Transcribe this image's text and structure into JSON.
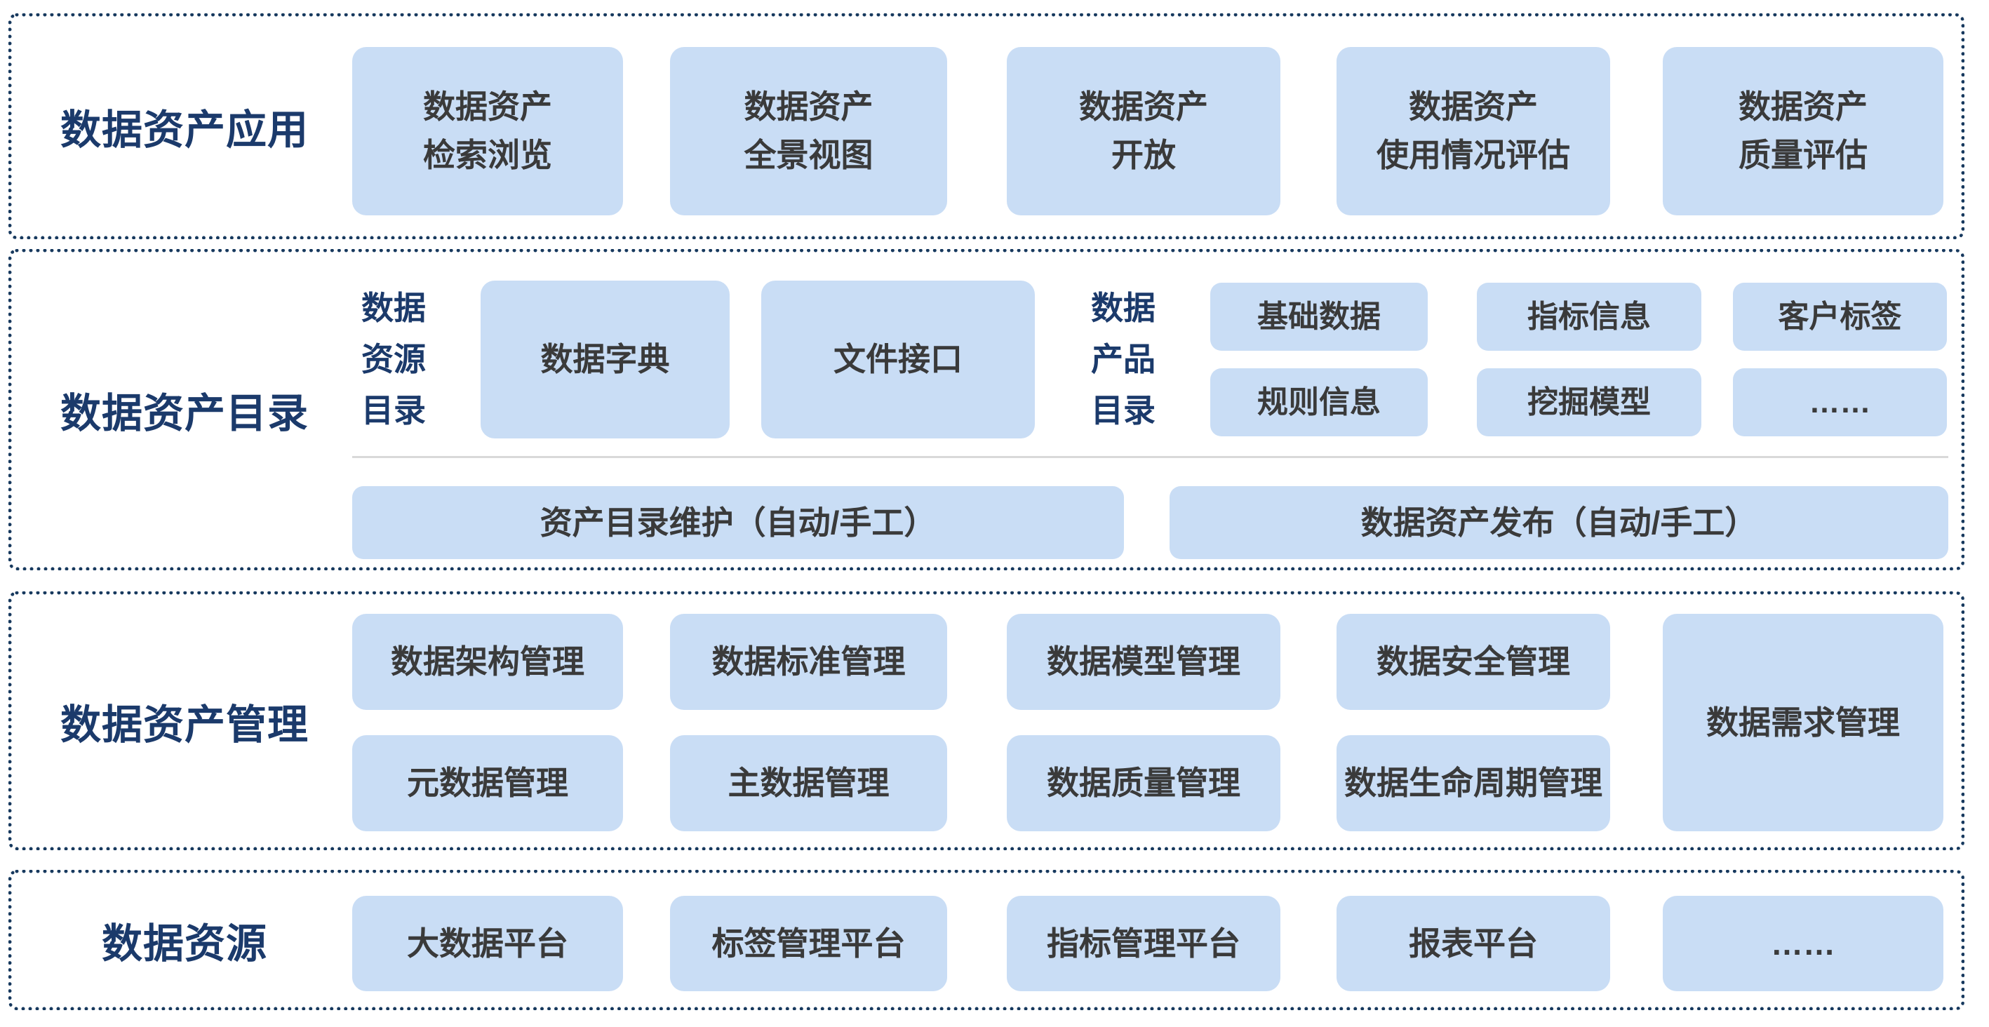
{
  "colors": {
    "box_fill": "#C9DDF5",
    "title_text": "#1B3A6B",
    "box_text": "#3A3A3A",
    "dotted_border": "#17395E",
    "separator": "#D9D9D9",
    "background": "#FFFFFF"
  },
  "layers": {
    "application": {
      "title": "数据资产应用",
      "boxes": [
        {
          "label": "数据资产\n检索浏览"
        },
        {
          "label": "数据资产\n全景视图"
        },
        {
          "label": "数据资产\n开放"
        },
        {
          "label": "数据资产\n使用情况评估"
        },
        {
          "label": "数据资产\n质量评估"
        }
      ]
    },
    "catalog": {
      "title": "数据资产目录",
      "resource_catalog": {
        "label": "数据\n资源\n目录",
        "boxes": [
          {
            "label": "数据字典"
          },
          {
            "label": "文件接口"
          }
        ]
      },
      "product_catalog": {
        "label": "数据\n产品\n目录",
        "row1": [
          {
            "label": "基础数据"
          },
          {
            "label": "指标信息"
          },
          {
            "label": "客户标签"
          }
        ],
        "row2": [
          {
            "label": "规则信息"
          },
          {
            "label": "挖掘模型"
          },
          {
            "label": "……"
          }
        ]
      },
      "bottom": [
        {
          "label": "资产目录维护（自动/手工）"
        },
        {
          "label": "数据资产发布（自动/手工）"
        }
      ]
    },
    "management": {
      "title": "数据资产管理",
      "row1": [
        {
          "label": "数据架构管理"
        },
        {
          "label": "数据标准管理"
        },
        {
          "label": "数据模型管理"
        },
        {
          "label": "数据安全管理"
        }
      ],
      "row2": [
        {
          "label": "元数据管理"
        },
        {
          "label": "主数据管理"
        },
        {
          "label": "数据质量管理"
        },
        {
          "label": "数据生命周期管理"
        }
      ],
      "tall": {
        "label": "数据需求管理"
      }
    },
    "resources": {
      "title": "数据资源",
      "boxes": [
        {
          "label": "大数据平台"
        },
        {
          "label": "标签管理平台"
        },
        {
          "label": "指标管理平台"
        },
        {
          "label": "报表平台"
        },
        {
          "label": "……"
        }
      ]
    }
  }
}
